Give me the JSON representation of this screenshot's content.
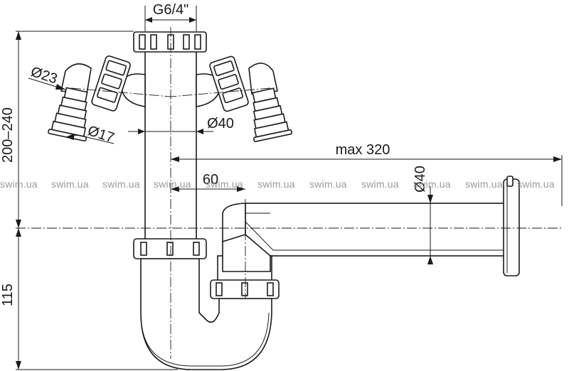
{
  "dimensions": {
    "thread": "G6/4\"",
    "height_upper": "200–240",
    "height_lower": "115",
    "diameter_hose_outer": "Ø23",
    "diameter_hose_inner": "Ø17",
    "diameter_pipe_vertical": "Ø40",
    "diameter_pipe_horizontal": "Ø40",
    "offset": "60",
    "length_max": "max 320"
  },
  "watermark": {
    "text": "swim.ua",
    "count": 11
  },
  "colors": {
    "line": "#1a1a1a",
    "background": "#ffffff",
    "watermark": "#9a9a9a"
  }
}
